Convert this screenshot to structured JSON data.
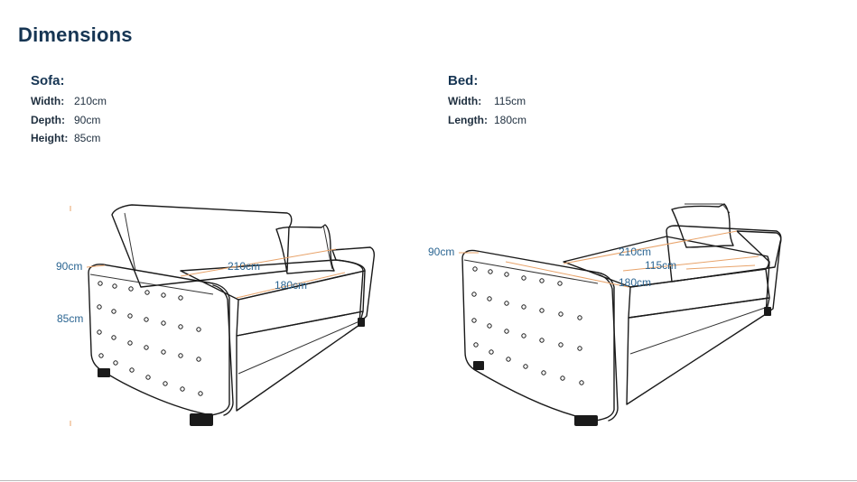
{
  "title": "Dimensions",
  "sofa": {
    "heading": "Sofa:",
    "rows": [
      {
        "label": "Width:",
        "value": "210cm"
      },
      {
        "label": "Depth:",
        "value": "90cm"
      },
      {
        "label": "Height:",
        "value": "85cm"
      }
    ],
    "dims": {
      "depth": "90cm",
      "width": "210cm",
      "seat": "180cm",
      "height": "85cm"
    }
  },
  "bed": {
    "heading": "Bed:",
    "rows": [
      {
        "label": "Width:",
        "value": "115cm"
      },
      {
        "label": "Length:",
        "value": "180cm"
      }
    ],
    "dims": {
      "depth": "90cm",
      "width": "210cm",
      "bed_width": "115cm",
      "length": "180cm"
    }
  },
  "colors": {
    "heading": "#163553",
    "label": "#2b6592",
    "dimension_line": "#e8a36a"
  }
}
